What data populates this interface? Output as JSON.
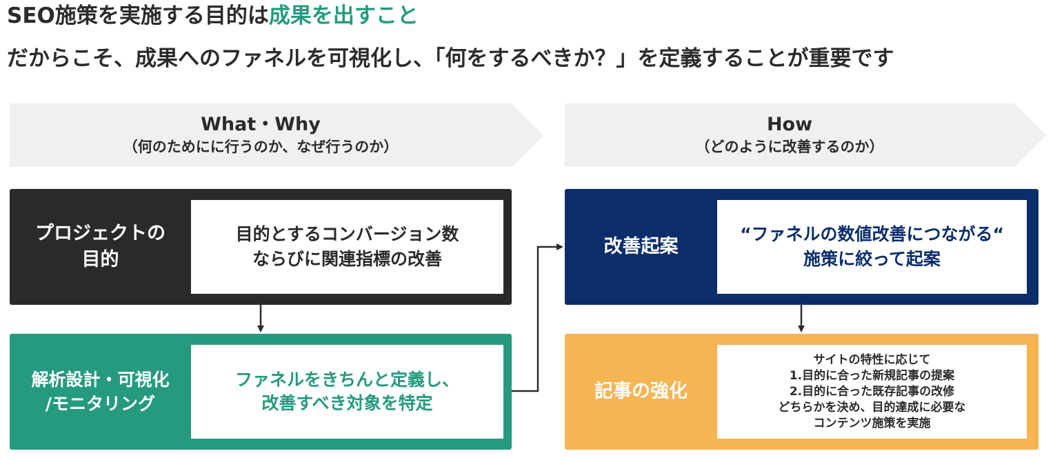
{
  "headline": {
    "line1_main": "SEO施策を実施する目的は",
    "line1_accent": "成果を出すこと",
    "line2": "だからこそ、成果へのファネルを可視化し、「何をするべきか？」を定義することが重要です"
  },
  "phases": {
    "left": {
      "title": "What・Why",
      "subtitle": "（何のためにに行うのか、なぜ行うのか）"
    },
    "right": {
      "title": "How",
      "subtitle": "（どのように改善するのか）"
    }
  },
  "boxes": {
    "objective": {
      "label": "プロジェクトの\n目的",
      "content": "目的とするコンバージョン数\nならびに関連指標の改善"
    },
    "analysis": {
      "label": "解析設計・可視化\n/モニタリング",
      "content": "ファネルをきちんと定義し、\n改善すべき対象を特定"
    },
    "proposal": {
      "label": "改善起案",
      "content": "“ファネルの数値改善につながる“\n施策に絞って起案"
    },
    "content_enhancement": {
      "label": "記事の強化",
      "content": "サイトの特性に応じて\n1.目的に合った新規記事の提案\n2.目的に合った既存記事の改修\nどちらかを決め、目的達成に必要な\nコンテンツ施策を実施"
    }
  },
  "colors": {
    "accent_green": "#259a7f",
    "dark": "#2a2a2a",
    "navy": "#0b2e6b",
    "orange": "#f5b552",
    "chevron_bg": "#f0f0f0"
  }
}
